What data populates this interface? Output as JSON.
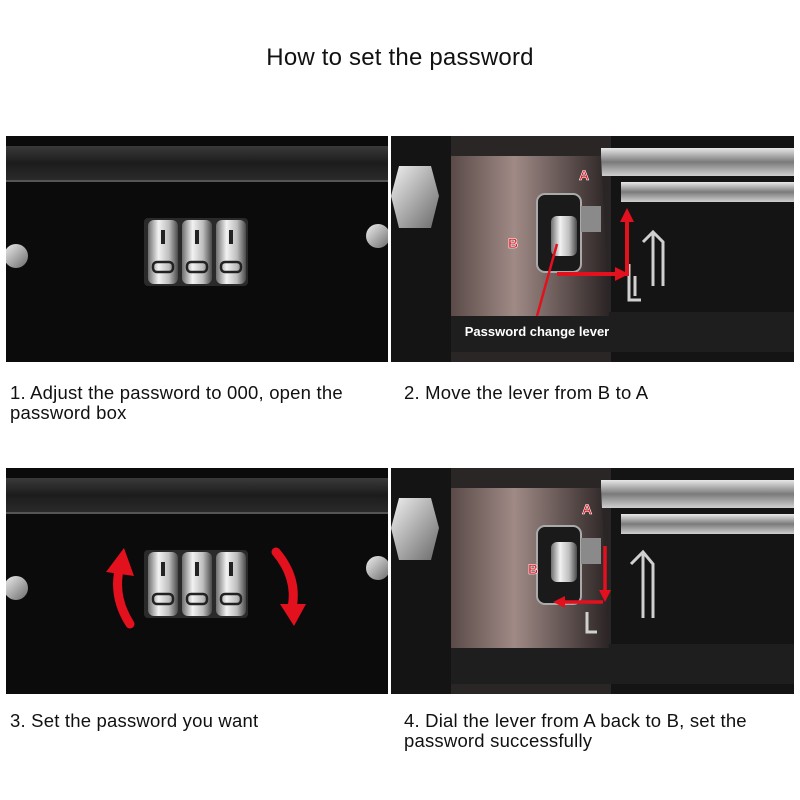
{
  "title": "How to set the password",
  "steps": [
    {
      "caption": "1. Adjust the password to 000, open the password box"
    },
    {
      "caption": "2. Move the lever from B to A",
      "label_a": "A",
      "label_b": "B",
      "annotation": "Password change lever"
    },
    {
      "caption": "3. Set the password you want"
    },
    {
      "caption": "4. Dial the lever from A back to B, set the password successfully",
      "label_a": "A",
      "label_b": "B"
    }
  ],
  "colors": {
    "arrow": "#e3101e",
    "panel_bg": "#0a0a0a",
    "metal": "#c9c9c9"
  }
}
